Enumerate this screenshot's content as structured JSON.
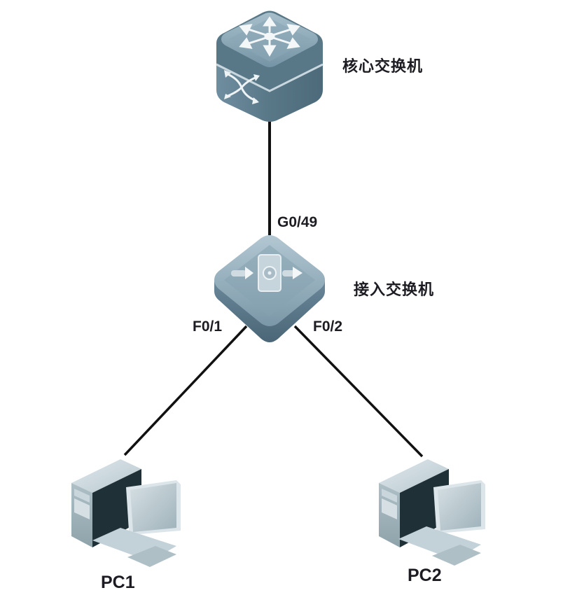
{
  "diagram": {
    "type": "network-topology",
    "nodes": [
      {
        "id": "core",
        "kind": "core-switch",
        "label": "核心交换机"
      },
      {
        "id": "access",
        "kind": "access-switch",
        "label": "接入交换机"
      },
      {
        "id": "pc1",
        "kind": "pc",
        "label": "PC1"
      },
      {
        "id": "pc2",
        "kind": "pc",
        "label": "PC2"
      }
    ],
    "links": [
      {
        "from": "core",
        "to": "access",
        "port": "G0/49"
      },
      {
        "from": "access",
        "to": "pc1",
        "port": "F0/1"
      },
      {
        "from": "access",
        "to": "pc2",
        "port": "F0/2"
      }
    ],
    "colors": {
      "line": "#111111",
      "switch_body": "#5f7f91",
      "switch_top": "#86a3b3",
      "pc_case_dark": "#1f3036",
      "pc_case_light": "#c6d3d9",
      "label": "#1c1c22"
    }
  }
}
